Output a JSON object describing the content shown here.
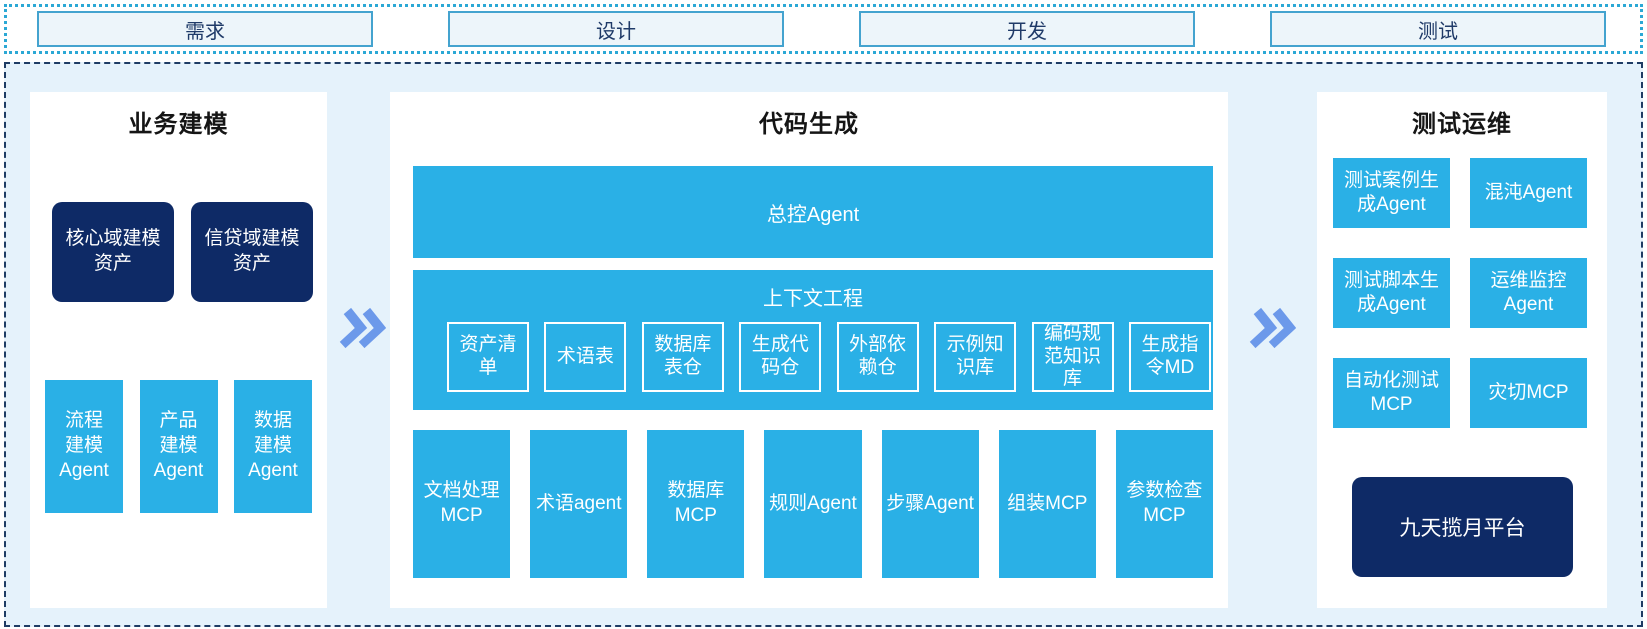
{
  "stages": [
    "需求",
    "设计",
    "开发",
    "测试"
  ],
  "business": {
    "title": "业务建模",
    "assets": [
      "核心域建模资产",
      "信贷域建模资产"
    ],
    "agents": [
      "流程建模Agent",
      "产品建模Agent",
      "数据建模Agent"
    ]
  },
  "codegen": {
    "title": "代码生成",
    "master": "总控Agent",
    "context": {
      "title": "上下文工程",
      "items": [
        "资产清单",
        "术语表",
        "数据库表仓",
        "生成代码仓",
        "外部依赖仓",
        "示例知识库",
        "编码规范知识库",
        "生成指令MD"
      ]
    },
    "tools": [
      "文档处理MCP",
      "术语agent",
      "数据库MCP",
      "规则Agent",
      "步骤Agent",
      "组装MCP",
      "参数检查MCP"
    ]
  },
  "testops": {
    "title": "测试运维",
    "boxes": [
      "测试案例生成Agent",
      "混沌Agent",
      "测试脚本生成Agent",
      "运维监控Agent",
      "自动化测试MCP",
      "灾切MCP"
    ],
    "platform": "九天揽月平台"
  },
  "colors": {
    "cyan": "#2AB0E6",
    "navy": "#0E2A66",
    "chevron_blue": "#6C99EA",
    "container_bg": "#E5F2FB",
    "container_border": "#1E3C64",
    "dotted_border": "#2BA8D5",
    "stage_bg": "#EDF5FA",
    "stage_border": "#44A3CF",
    "stage_text": "#1F3A68"
  }
}
